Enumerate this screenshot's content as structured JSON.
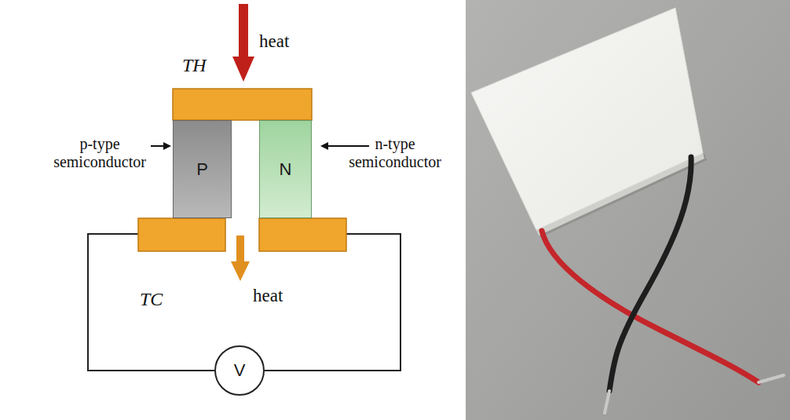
{
  "diagram": {
    "nodes": [
      {
        "text": [
          "P"
        ]
      },
      {
        "text": [
          "N"
        ]
      },
      {
        "text": [
          "V"
        ]
      }
    ],
    "labels": [
      "TH",
      "heat",
      "p-type semiconductor",
      "n-type semiconductor",
      "TC",
      "heat"
    ]
  }
}
